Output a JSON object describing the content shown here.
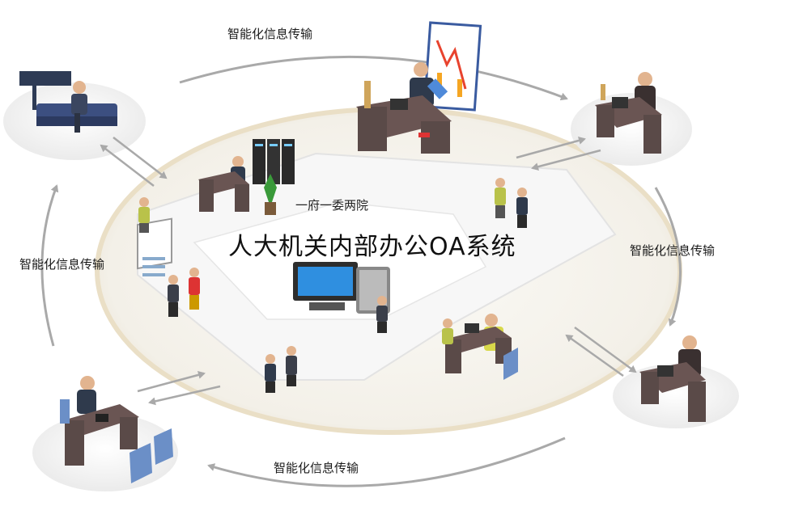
{
  "diagram": {
    "subtitle": "一府一委两院",
    "title": "人大机关内部办公OA系统",
    "flow_labels": {
      "top": "智能化信息传输",
      "right": "智能化信息传输",
      "bottom": "智能化信息传输",
      "left": "智能化信息传输"
    },
    "colors": {
      "platform_fill": "#f4f2ec",
      "platform_rim": "#e6dcc4",
      "cycle_arrow": "#a9a9a9",
      "desk": "#5a4a48",
      "chair_blue": "#6b8fc7",
      "suit_dark": "#2f3a4c"
    },
    "icons": [
      "executive-at-desk-icon",
      "waiting-area-icon",
      "office-worker-icon",
      "server-rack-icon",
      "computer-monitor-icon",
      "staff-figure-icon",
      "plant-icon",
      "whiteboard-icon"
    ]
  }
}
